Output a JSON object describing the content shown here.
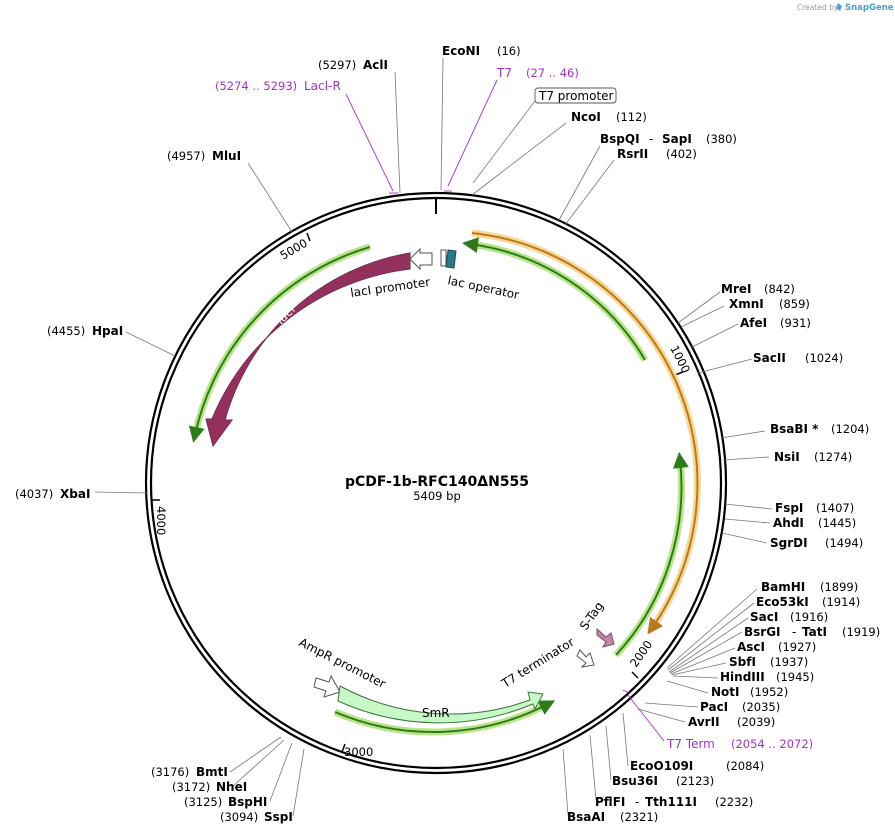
{
  "branding": {
    "created_by": "Created by",
    "app": "SnapGene"
  },
  "plasmid": {
    "name": "pCDF-1b-RFC140ΔN555",
    "size_label": "5409 bp"
  },
  "scale_ticks": [
    "1000",
    "2000",
    "3000",
    "4000",
    "5000"
  ],
  "features": {
    "laci": "lacI",
    "laci_promoter": "lacI promoter",
    "lac_operator": "lac operator",
    "t7_terminator": "T7 terminator",
    "s_tag": "S-Tag",
    "ampr_promoter": "AmpR promoter",
    "smr": "SmR"
  },
  "sites": {
    "econi": {
      "name": "EcoNI",
      "pos": "(16)"
    },
    "t7": {
      "name": "T7",
      "pos": "(27 .. 46)"
    },
    "t7_promoter": {
      "name": "T7 promoter"
    },
    "ncoi": {
      "name": "NcoI",
      "pos": "(112)"
    },
    "bspqi": {
      "name": "BspQI",
      "sep": "-",
      "name2": "SapI",
      "pos": "(380)"
    },
    "rsrii": {
      "name": "RsrII",
      "pos": "(402)"
    },
    "mrei": {
      "name": "MreI",
      "pos": "(842)"
    },
    "xmni": {
      "name": "XmnI",
      "pos": "(859)"
    },
    "afei": {
      "name": "AfeI",
      "pos": "(931)"
    },
    "sacii": {
      "name": "SacII",
      "pos": "(1024)"
    },
    "bsabi": {
      "name": "BsaBI *",
      "pos": "(1204)"
    },
    "nsii": {
      "name": "NsiI",
      "pos": "(1274)"
    },
    "fspi": {
      "name": "FspI",
      "pos": "(1407)"
    },
    "ahdi": {
      "name": "AhdI",
      "pos": "(1445)"
    },
    "sgrdi": {
      "name": "SgrDI",
      "pos": "(1494)"
    },
    "bamhi": {
      "name": "BamHI",
      "pos": "(1899)"
    },
    "eco53ki": {
      "name": "Eco53kI",
      "pos": "(1914)"
    },
    "saci": {
      "name": "SacI",
      "pos": "(1916)"
    },
    "bsrgi": {
      "name": "BsrGI",
      "sep": "-",
      "name2": "TatI",
      "pos": "(1919)"
    },
    "asci": {
      "name": "AscI",
      "pos": "(1927)"
    },
    "sbfi": {
      "name": "SbfI",
      "pos": "(1937)"
    },
    "hindiii": {
      "name": "HindIII",
      "pos": "(1945)"
    },
    "noti": {
      "name": "NotI",
      "pos": "(1952)"
    },
    "paci": {
      "name": "PacI",
      "pos": "(2035)"
    },
    "avrii": {
      "name": "AvrII",
      "pos": "(2039)"
    },
    "t7term": {
      "name": "T7 Term",
      "pos": "(2054 .. 2072)"
    },
    "eco0109i": {
      "name": "EcoO109I",
      "pos": "(2084)"
    },
    "bsu36i": {
      "name": "Bsu36I",
      "pos": "(2123)"
    },
    "pflfi": {
      "name": "PflFI",
      "sep": "-",
      "name2": "Tth111I",
      "pos": "(2232)"
    },
    "bsaai": {
      "name": "BsaAI",
      "pos": "(2321)"
    },
    "sspi": {
      "name": "SspI",
      "pos": "(3094)"
    },
    "bsphi": {
      "name": "BspHI",
      "pos": "(3125)"
    },
    "nhei": {
      "name": "NheI",
      "pos": "(3172)"
    },
    "bmti": {
      "name": "BmtI",
      "pos": "(3176)"
    },
    "xbai": {
      "name": "XbaI",
      "pos": "(4037)"
    },
    "hpai": {
      "name": "HpaI",
      "pos": "(4455)"
    },
    "mlui": {
      "name": "MluI",
      "pos": "(4957)"
    },
    "laci_r": {
      "name": "LacI-R",
      "pos": "(5274 .. 5293)"
    },
    "acli": {
      "name": "AclI",
      "pos": "(5297)"
    }
  },
  "colors": {
    "laci": "#94305e",
    "orf_green": "#2f7a1a",
    "orf_glow": "#b9e58a",
    "orf_orange": "#b87a1a",
    "orf_orange_glow": "#f8d79a",
    "smr_fill": "#c8f7c8",
    "stag": "#c287a8",
    "lac_operator": "#2b7a8a",
    "primer": "#a133c4"
  }
}
